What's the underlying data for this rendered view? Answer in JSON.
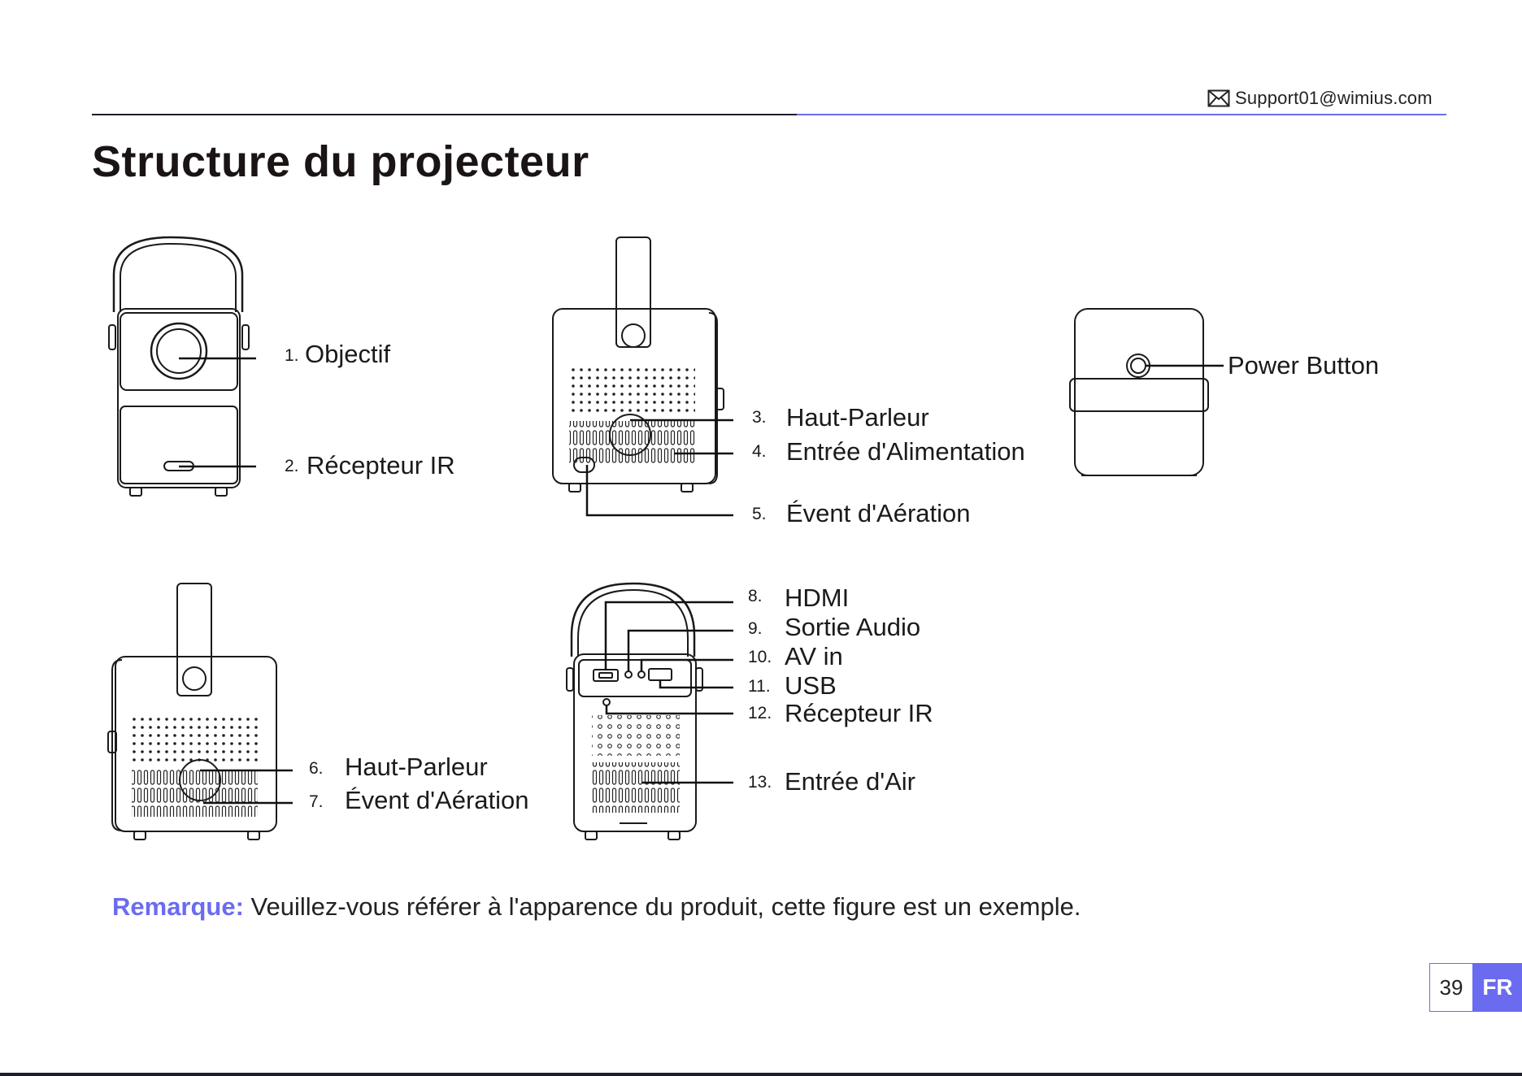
{
  "header": {
    "email": "Support01@wimius.com",
    "icon": "mail-icon"
  },
  "title": "Structure du projecteur",
  "callouts": [
    {
      "num": "1.",
      "label": "Objectif"
    },
    {
      "num": "2.",
      "label": "Récepteur IR"
    },
    {
      "num": "3.",
      "label": "Haut-Parleur"
    },
    {
      "num": "4.",
      "label": "Entrée d'Alimentation"
    },
    {
      "num": "5.",
      "label": "Évent d'Aération"
    },
    {
      "num": "",
      "label": "Power Button"
    },
    {
      "num": "6.",
      "label": "Haut-Parleur"
    },
    {
      "num": "7.",
      "label": "Évent d'Aération"
    },
    {
      "num": "8.",
      "label": "HDMI"
    },
    {
      "num": "9.",
      "label": "Sortie Audio"
    },
    {
      "num": "10.",
      "label": "AV in"
    },
    {
      "num": "11.",
      "label": "USB"
    },
    {
      "num": "12.",
      "label": "Récepteur IR"
    },
    {
      "num": "13.",
      "label": "Entrée d'Air"
    }
  ],
  "note": {
    "key": "Remarque:",
    "text": " Veuillez-vous référer à l'apparence du produit, cette figure est un exemple."
  },
  "footer": {
    "page_number": "39",
    "language": "FR"
  },
  "colors": {
    "accent": "#6b6bf0",
    "dark": "#1d1d2e"
  }
}
